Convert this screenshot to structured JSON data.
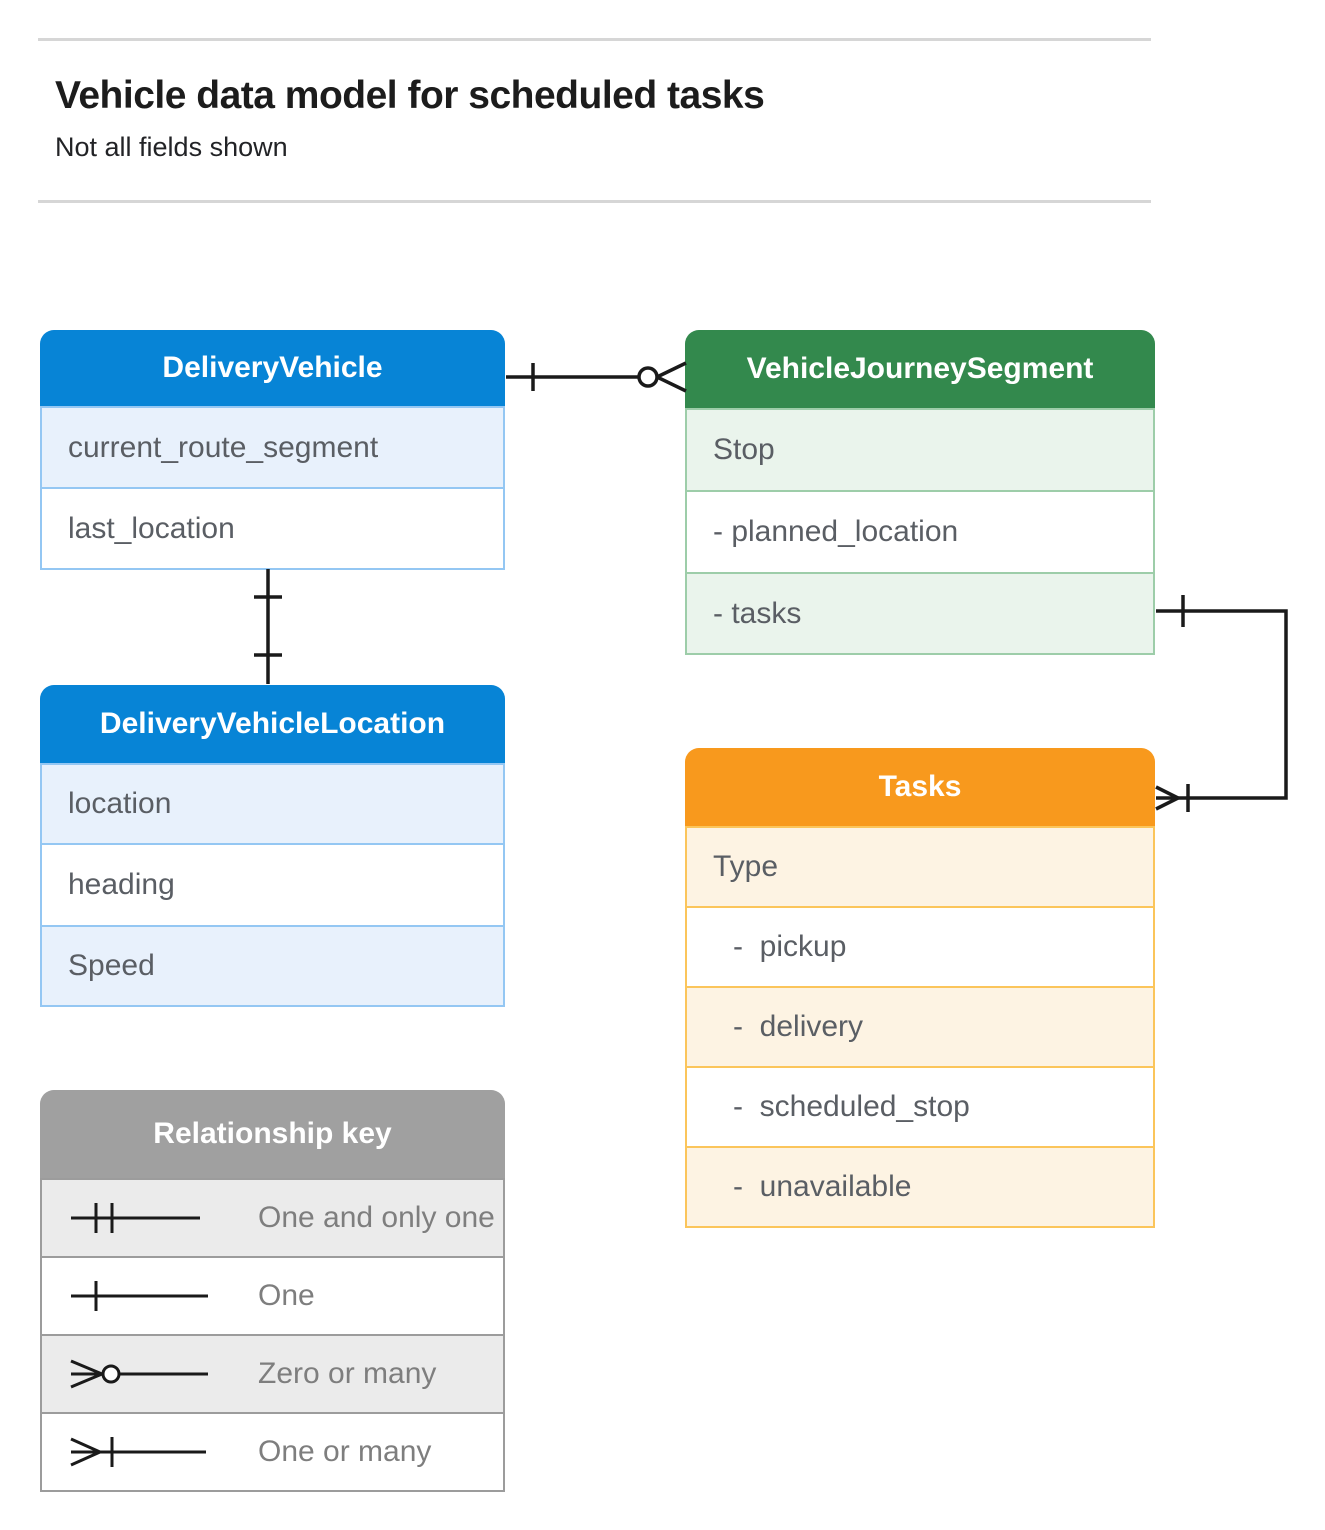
{
  "page": {
    "title": "Vehicle data model for scheduled tasks",
    "subtitle": "Not all fields shown"
  },
  "entities": {
    "delivery_vehicle": {
      "title": "DeliveryVehicle",
      "rows": [
        "current_route_segment",
        "last_location"
      ]
    },
    "vehicle_journey_segment": {
      "title": "VehicleJourneySegment",
      "rows": [
        "Stop",
        "- planned_location",
        "- tasks"
      ]
    },
    "delivery_vehicle_location": {
      "title": "DeliveryVehicleLocation",
      "rows": [
        "location",
        "heading",
        "Speed"
      ]
    },
    "tasks": {
      "title": "Tasks",
      "rows": [
        "Type",
        "-  pickup",
        "-  delivery",
        "-  scheduled_stop",
        "-  unavailable"
      ]
    }
  },
  "legend": {
    "title": "Relationship key",
    "items": [
      {
        "symbol": "one-and-only-one",
        "label": "One and only one"
      },
      {
        "symbol": "one",
        "label": "One"
      },
      {
        "symbol": "zero-or-many",
        "label": "Zero or many"
      },
      {
        "symbol": "one-or-many",
        "label": "One or many"
      }
    ]
  },
  "connectors": [
    {
      "from": "DeliveryVehicle",
      "to": "VehicleJourneySegment",
      "from_symbol": "one",
      "to_symbol": "zero-or-many"
    },
    {
      "from": "DeliveryVehicle",
      "to": "DeliveryVehicleLocation",
      "from_symbol": "one",
      "to_symbol": "one"
    },
    {
      "from": "VehicleJourneySegment",
      "to": "Tasks",
      "from_symbol": "one",
      "to_symbol": "one-or-many"
    }
  ],
  "colors": {
    "blue_header": "#0784D6",
    "blue_row": "#E8F1FC",
    "blue_border": "#94C7F3",
    "green_header": "#33894D",
    "green_row": "#EAF4EC",
    "green_border": "#9DCDA9",
    "orange_header": "#F8991D",
    "orange_row": "#FDF3E3",
    "orange_border": "#FBC55B",
    "gray_header": "#A0A0A0",
    "gray_row": "#EBEBEB",
    "gray_border": "#9C9C9C",
    "row_text": "#5A5E64",
    "legend_text": "#7E7E7E",
    "line": "#1A1A1A",
    "rule": "#D6D6D6"
  }
}
